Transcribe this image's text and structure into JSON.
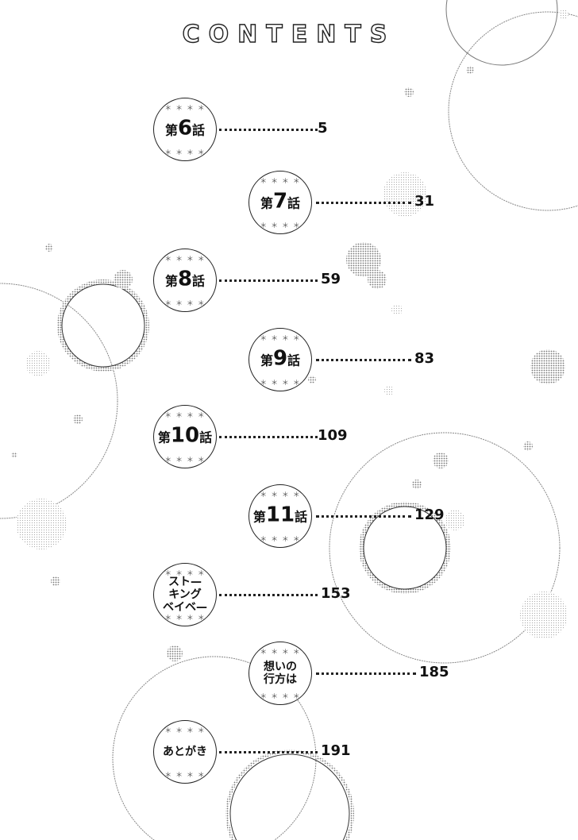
{
  "title": "CONTENTS",
  "entries": [
    {
      "label_pre": "第",
      "label_num": "6",
      "label_post": "話",
      "page": "5"
    },
    {
      "label_pre": "第",
      "label_num": "7",
      "label_post": "話",
      "page": "31"
    },
    {
      "label_pre": "第",
      "label_num": "8",
      "label_post": "話",
      "page": "59"
    },
    {
      "label_pre": "第",
      "label_num": "9",
      "label_post": "話",
      "page": "83"
    },
    {
      "label_pre": "第",
      "label_num": "10",
      "label_post": "話",
      "page": "109"
    },
    {
      "label_pre": "第",
      "label_num": "11",
      "label_post": "話",
      "page": "129"
    },
    {
      "label_text": "スト—\nキング\nベイベ—",
      "page": "153"
    },
    {
      "label_text": "想いの\n行方は",
      "page": "185"
    },
    {
      "label_text": "あとがき",
      "page": "191"
    }
  ],
  "decor": {
    "star_row": "＊ ＊ ＊ ＊"
  }
}
